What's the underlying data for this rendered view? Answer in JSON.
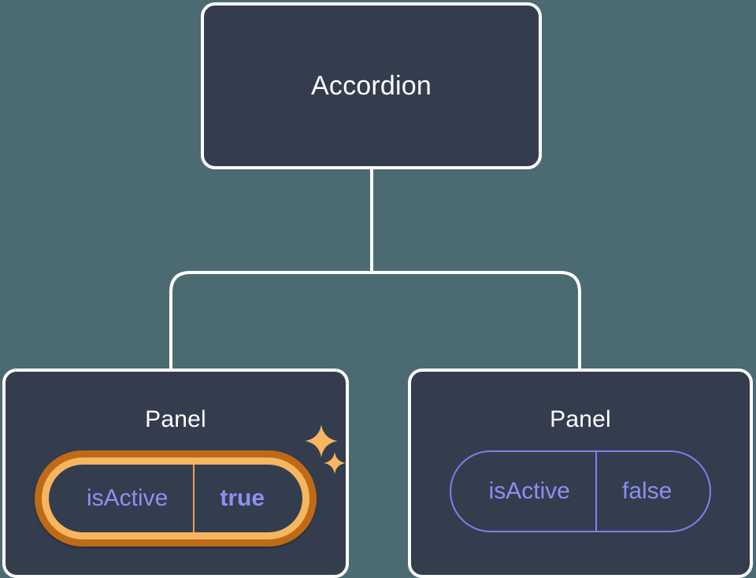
{
  "theme": {
    "background": "#4c6a72",
    "node_fill": "#343d4e",
    "node_border": "#ffffff",
    "edge_color": "#ffffff",
    "prop_text": "#8b90f2",
    "prop_border": "#7b80ee",
    "highlight_outer": "#c06a18",
    "highlight_inner": "#f6b65f",
    "sparkle_color": "#f6b65f"
  },
  "diagram": {
    "type": "component-tree",
    "root": {
      "title": "Accordion"
    },
    "children": [
      {
        "title": "Panel",
        "highlighted": true,
        "props": [
          {
            "key": "isActive",
            "value": "true"
          }
        ],
        "sparkles": [
          "sparkle-icon-large",
          "sparkle-icon-small"
        ]
      },
      {
        "title": "Panel",
        "highlighted": false,
        "props": [
          {
            "key": "isActive",
            "value": "false"
          }
        ]
      }
    ]
  }
}
